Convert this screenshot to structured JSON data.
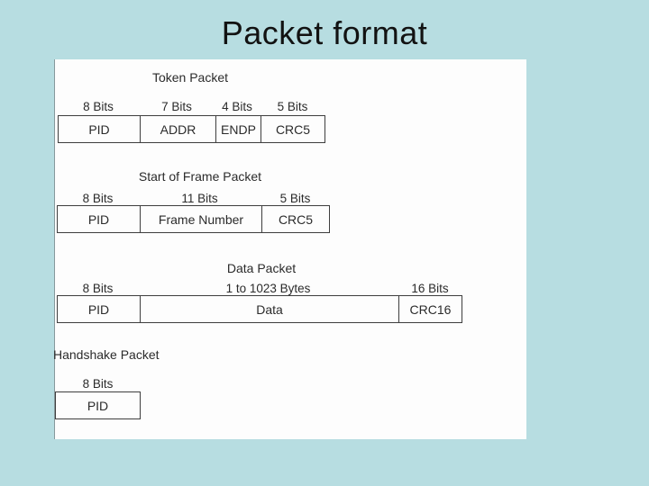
{
  "slide": {
    "title": "Packet format"
  },
  "colors": {
    "background": "#b7dde1",
    "panel": "#fdfdfd",
    "ink": "#2b2b2b",
    "line": "#3e3e3e"
  },
  "diagram": {
    "packets": [
      {
        "title": "Token Packet",
        "fields": [
          {
            "label": "PID",
            "size": "8 Bits"
          },
          {
            "label": "ADDR",
            "size": "7 Bits"
          },
          {
            "label": "ENDP",
            "size": "4 Bits"
          },
          {
            "label": "CRC5",
            "size": "5 Bits"
          }
        ]
      },
      {
        "title": "Start of Frame Packet",
        "fields": [
          {
            "label": "PID",
            "size": "8 Bits"
          },
          {
            "label": "Frame Number",
            "size": "11 Bits"
          },
          {
            "label": "CRC5",
            "size": "5 Bits"
          }
        ]
      },
      {
        "title": "Data Packet",
        "fields": [
          {
            "label": "PID",
            "size": "8 Bits"
          },
          {
            "label": "Data",
            "size": "1 to 1023 Bytes"
          },
          {
            "label": "CRC16",
            "size": "16 Bits"
          }
        ]
      },
      {
        "title": "Handshake Packet",
        "fields": [
          {
            "label": "PID",
            "size": "8 Bits"
          }
        ]
      }
    ]
  }
}
